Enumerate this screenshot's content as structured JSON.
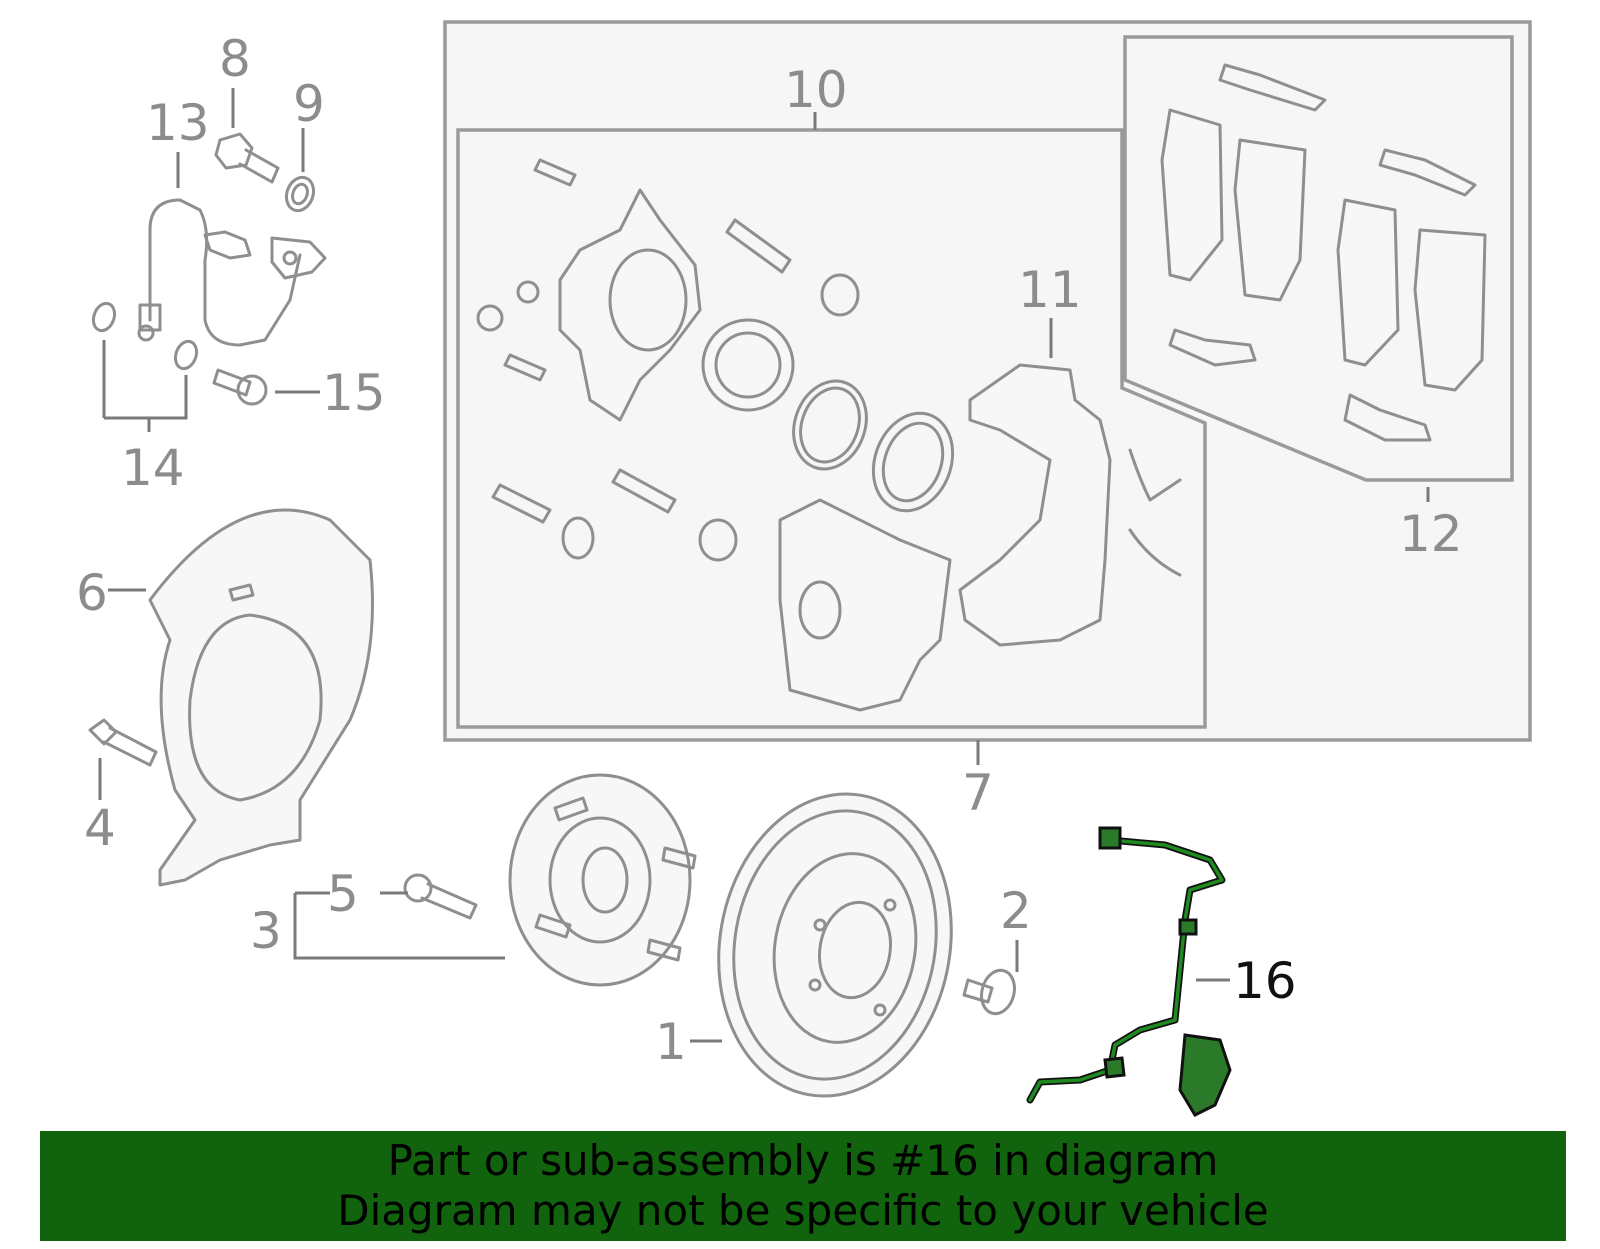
{
  "callouts": {
    "c1": "1",
    "c2": "2",
    "c3": "3",
    "c4": "4",
    "c5": "5",
    "c6": "6",
    "c7": "7",
    "c8": "8",
    "c9": "9",
    "c10": "10",
    "c11": "11",
    "c12": "12",
    "c13": "13",
    "c14": "14",
    "c15": "15",
    "c16": "16"
  },
  "highlighted_part": "16",
  "colors": {
    "highlight": "#1f8a1f",
    "banner": "#12630e",
    "part_lines": "#8f8f8f"
  },
  "banner": {
    "line1": "Part or sub-assembly is #16 in diagram",
    "line2": "Diagram may not be specific to your vehicle"
  }
}
